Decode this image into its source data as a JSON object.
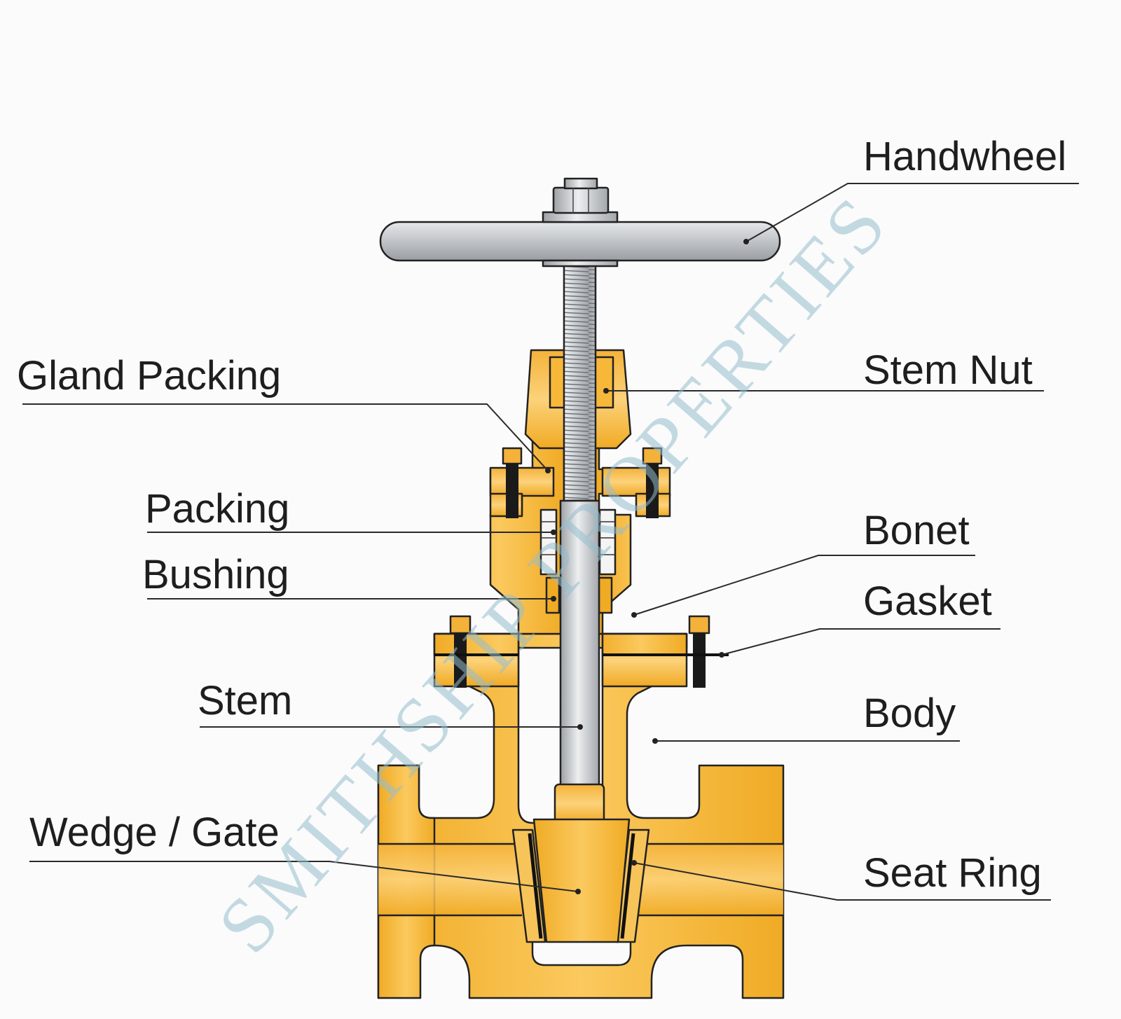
{
  "labels": {
    "handwheel": "Handwheel",
    "stem_nut": "Stem Nut",
    "gland_packing": "Gland Packing",
    "packing": "Packing",
    "bushing": "Bushing",
    "bonet": "Bonet",
    "gasket": "Gasket",
    "stem": "Stem",
    "body": "Body",
    "wedge_gate": "Wedge / Gate",
    "seat_ring": "Seat Ring"
  },
  "watermark": "SMITHSHIP PROPERTIES",
  "colors": {
    "body": "#f2b231",
    "body_light": "#f9c65a",
    "metal": "#b8bcc0",
    "metal_light": "#e4e6e8",
    "outline": "#222222",
    "background": "#fbfbfb"
  }
}
